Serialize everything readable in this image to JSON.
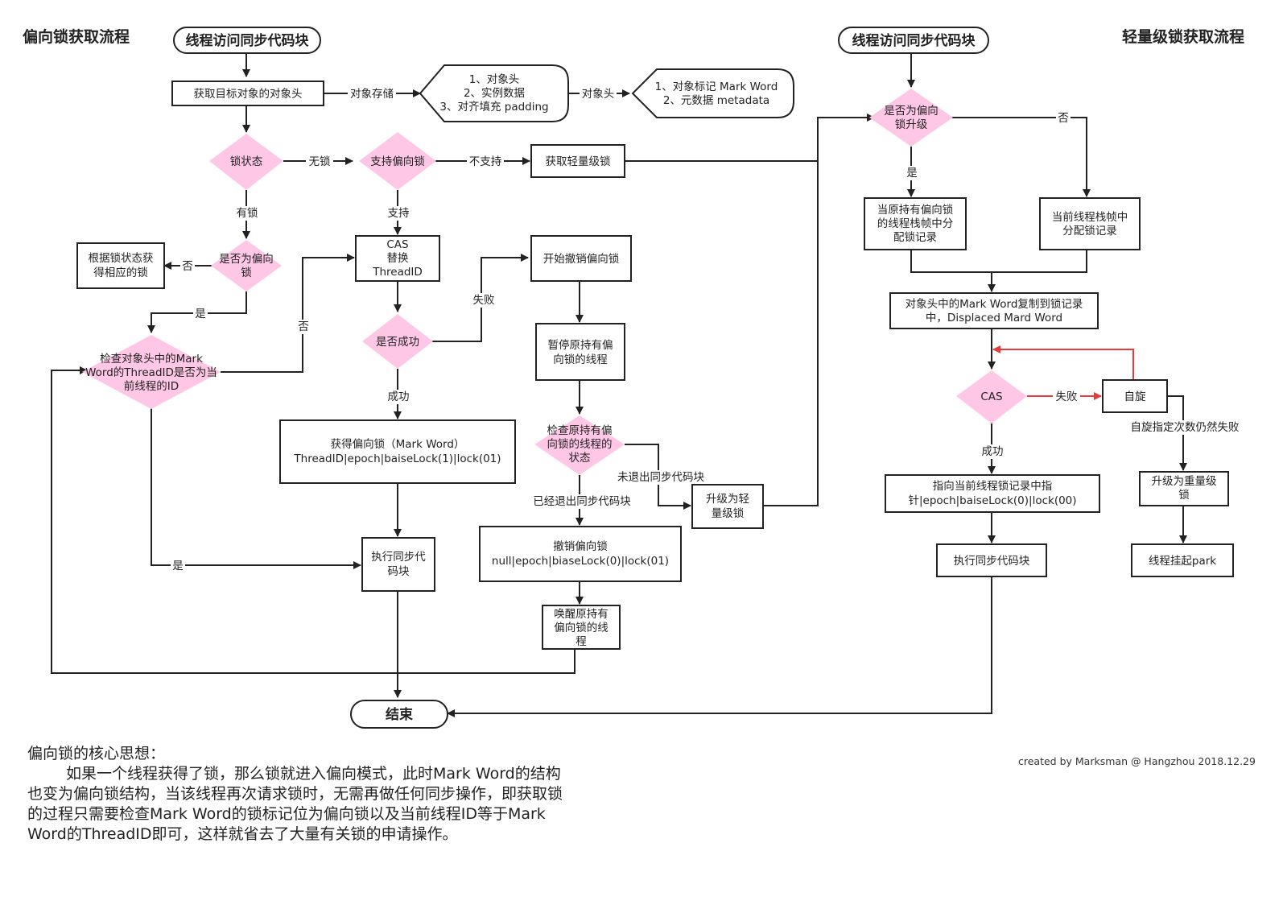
{
  "titles": {
    "biased": "偏向锁获取流程",
    "lightweight": "轻量级锁获取流程"
  },
  "credit": "created by Marksman @ Hangzhou 2018.12.29",
  "nodes": {
    "start_left": "线程访问同步代码块",
    "start_right": "线程访问同步代码块",
    "get_header": "获取目标对象的对象头",
    "obj_store": [
      "1、对象头",
      "2、实例数据",
      "3、对齐填充 padding"
    ],
    "obj_header": [
      "1、对象标记 Mark Word",
      "2、元数据 metadata"
    ],
    "lock_state": "锁状态",
    "support_biased": "支持偏向锁",
    "get_lightweight": "获取轻量级锁",
    "by_state": [
      "根据锁状态获",
      "得相应的锁"
    ],
    "is_biased": [
      "是否为偏向",
      "锁"
    ],
    "cas_replace": [
      "CAS",
      "替换",
      "ThreadID"
    ],
    "check_threadid": [
      "检查对象头中的Mark",
      "Word的ThreadID是否为当",
      "前线程的ID"
    ],
    "is_success": "是否成功",
    "got_biased": [
      "获得偏向锁（Mark Word）",
      "ThreadID|epoch|baiseLock(1)|lock(01)"
    ],
    "start_revoke": "开始撤销偏向锁",
    "pause_thread": [
      "暂停原持有偏",
      "向锁的线程"
    ],
    "check_holder": [
      "检查原持有偏",
      "向锁的线程的",
      "状态"
    ],
    "upgrade_light": [
      "升级为轻",
      "量级锁"
    ],
    "revoke_biased": [
      "撤销偏向锁",
      "null|epoch|biaseLock(0)|lock(01)"
    ],
    "exec_left": [
      "执行同步代",
      "码块"
    ],
    "wake_holder": [
      "唤醒原持有",
      "偏向锁的线",
      "程"
    ],
    "end": "结束",
    "is_upgrade": [
      "是否为偏向",
      "锁升级"
    ],
    "alloc_original": [
      "当原持有偏向锁",
      "的线程栈帧中分",
      "配锁记录"
    ],
    "alloc_current": [
      "当前线程栈帧中",
      "分配锁记录"
    ],
    "copy_mark": [
      "对象头中的Mark Word复制到锁记录",
      "中，Displaced Mard Word"
    ],
    "cas_right": "CAS",
    "spin": "自旋",
    "point_record": [
      "指向当前线程锁记录中指",
      "针|epoch|baiseLock(0)|lock(00)"
    ],
    "upgrade_heavy": [
      "升级为重量级",
      "锁"
    ],
    "exec_right": "执行同步代码块",
    "park": "线程挂起park"
  },
  "edge_labels": {
    "obj_store": "对象存储",
    "obj_header": "对象头",
    "no_lock": "无锁",
    "not_support": "不支持",
    "has_lock": "有锁",
    "support": "支持",
    "no_1": "否",
    "yes_1": "是",
    "no_2": "否",
    "yes_2": "是",
    "fail_1": "失败",
    "success_1": "成功",
    "not_exited": "未退出同步代码块",
    "exited": "已经退出同步代码块",
    "no_3": "否",
    "yes_3": "是",
    "fail_2": "失败",
    "success_2": "成功",
    "spin_fail": "自旋指定次数仍然失败"
  },
  "note": {
    "heading": "偏向锁的核心思想：",
    "body": "如果一个线程获得了锁，那么锁就进入偏向模式，此时Mark Word的结构也变为偏向锁结构，当该线程再次请求锁时，无需再做任何同步操作，即获取锁的过程只需要检查Mark Word的锁标记位为偏向锁以及当前线程ID等于Mark Word的ThreadID即可，这样就省去了大量有关锁的申请操作。"
  },
  "colors": {
    "decision_fill": "#ffc7e6",
    "line": "#222222",
    "spin_loop": "#e83a3a"
  }
}
